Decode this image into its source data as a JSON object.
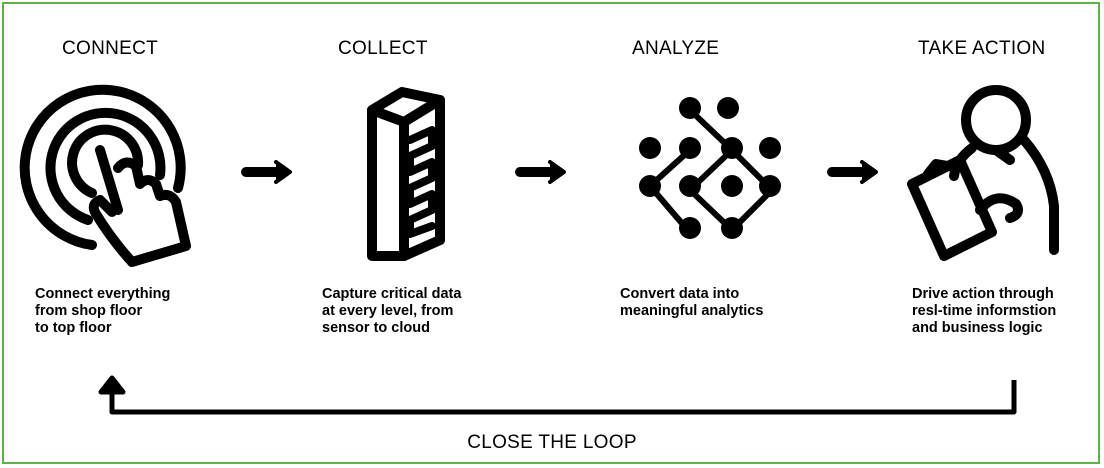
{
  "colors": {
    "border": "#5cb446",
    "ink": "#000000",
    "background": "#ffffff"
  },
  "steps": [
    {
      "title": "CONNECT",
      "icon": "pointing-hand-icon",
      "lines": [
        "Connect everything",
        "from shop floor",
        "to top floor"
      ]
    },
    {
      "title": "COLLECT",
      "icon": "server-rack-icon",
      "lines": [
        "Capture critical data",
        "at every level, from",
        "sensor to cloud"
      ]
    },
    {
      "title": "ANALYZE",
      "icon": "network-nodes-icon",
      "lines": [
        "Convert data into",
        "meaningful analytics"
      ]
    },
    {
      "title": "TAKE ACTION",
      "icon": "person-clipboard-icon",
      "lines": [
        "Drive action through",
        "resl-time informstion",
        "and business logic"
      ]
    }
  ],
  "loop_label": "CLOSE THE LOOP"
}
